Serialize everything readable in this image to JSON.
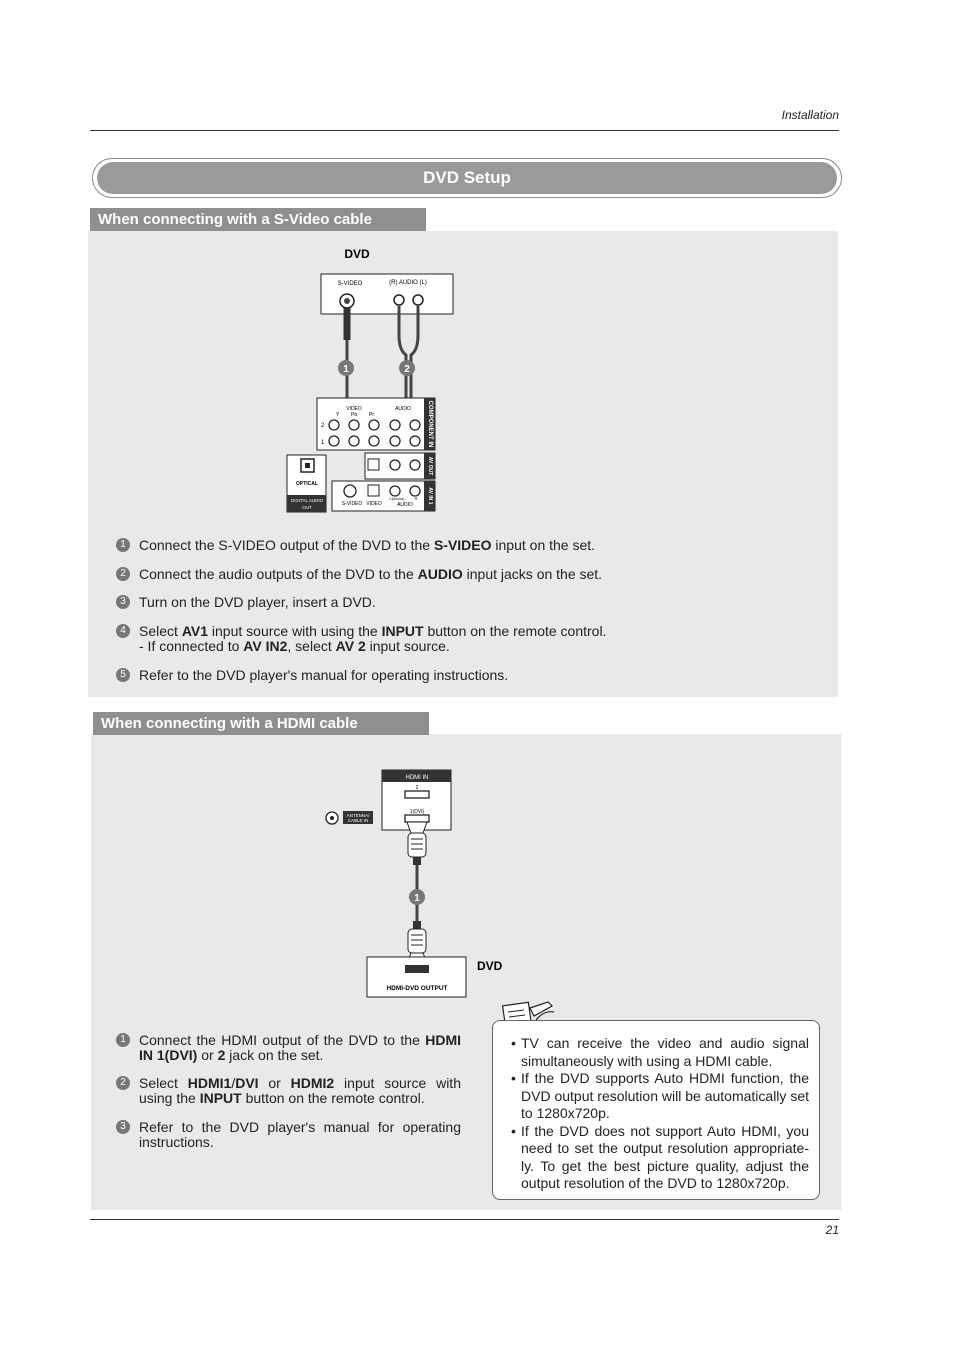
{
  "header": {
    "section": "Installation"
  },
  "title": "DVD Setup",
  "svideo": {
    "heading": "When connecting with a S-Video cable",
    "diagram": {
      "dvd_label": "DVD",
      "svideo_port": "S-VIDEO",
      "audio_port": "(R) AUDIO (L)",
      "callout_1": "1",
      "callout_2": "2",
      "video": "VIDEO",
      "y": "Y",
      "pb": "Pb",
      "pr": "Pr",
      "audio_top": "AUDIO",
      "row2": "2",
      "row1": "1",
      "component_in": "COMPONENT IN",
      "av_out": "AV OUT",
      "av_in1": "AV IN 1",
      "optical": "OPTICAL",
      "digital_audio_out_1": "DIGITAL AUDIO",
      "digital_audio_out_2": "OUT",
      "svideo_jack": "S-VIDEO",
      "video_jack": "VIDEO",
      "l_mono": "L(mono)",
      "audio_bottom": "AUDIO",
      "r_marker": "R"
    },
    "steps": [
      {
        "num": "1",
        "pre": "Connect the S-VIDEO output of the DVD to the ",
        "b1": "S-VIDEO",
        "post": " input on the set."
      },
      {
        "num": "2",
        "pre": "Connect the audio outputs of the DVD to the ",
        "b1": "AUDIO",
        "post": " input jacks on the set."
      },
      {
        "num": "3",
        "pre": "Turn on the DVD player, insert a DVD."
      },
      {
        "num": "4",
        "pre": "Select ",
        "b1": "AV1",
        "mid1": " input source with using the ",
        "b2": "INPUT",
        "mid2": " button on the remote control.",
        "line2_pre": "- If connected to ",
        "line2_b1": "AV IN2",
        "line2_mid": ", select ",
        "line2_b2": "AV 2",
        "line2_post": " input source."
      },
      {
        "num": "5",
        "pre": "Refer to the DVD player's manual for operating instructions."
      }
    ]
  },
  "hdmi": {
    "heading": "When connecting with a HDMI cable",
    "diagram": {
      "hdmi_in": "HDMI IN",
      "port_2": "2",
      "port_1dvi": "1(DVI)",
      "antenna_1": "ANTENNA/",
      "antenna_2": "CABLE IN",
      "callout_1": "1",
      "dvd_label": "DVD",
      "hdmi_dvd_output": "HDMI-DVD OUTPUT"
    },
    "steps": [
      {
        "num": "1",
        "pre": "Connect the HDMI output of the DVD to the ",
        "b1": "HDMI IN 1(DVI)",
        "mid1": " or ",
        "b2": "2",
        "post": " jack on the set."
      },
      {
        "num": "2",
        "pre": "Select ",
        "b1": "HDMI1",
        "mid1": "/",
        "b2": "DVI",
        "mid2": " or ",
        "b3": "HDMI2",
        "post": " input source with using the ",
        "b4": "INPUT",
        "post2": " button on the remote control."
      },
      {
        "num": "3",
        "pre": "Refer to the DVD player's manual for operating instructions."
      }
    ],
    "notes": [
      "TV can receive the video and audio signal simultaneously with using a HDMI cable.",
      "If the DVD supports Auto HDMI function, the DVD output resolution will be automatically set to 1280x720p.",
      "If the DVD does not support Auto HDMI, you need to set the output resolution appropriate-ly. To get the best picture quality, adjust the output resolution of the DVD to 1280x720p."
    ]
  },
  "footer": {
    "page": "21"
  }
}
